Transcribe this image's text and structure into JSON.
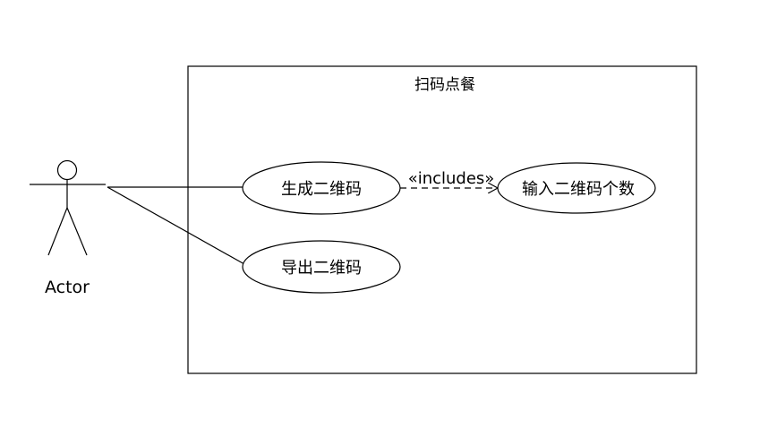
{
  "system": {
    "title": "扫码点餐"
  },
  "actor": {
    "label": "Actor"
  },
  "use_cases": {
    "generate_qr": "生成二维码",
    "export_qr": "导出二维码",
    "input_qr_count": "输入二维码个数"
  },
  "relations": {
    "include_label": "«includes»"
  },
  "colors": {
    "stroke": "#000000",
    "background": "#ffffff"
  }
}
